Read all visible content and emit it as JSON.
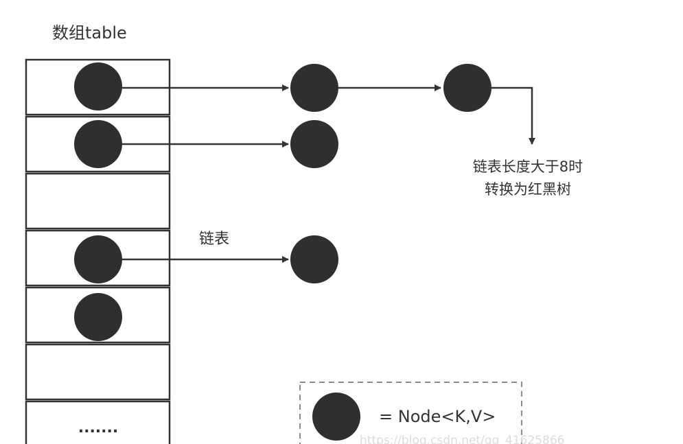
{
  "title": "数组table",
  "list_label": "链表",
  "conversion_note": [
    "链表长度大于8时",
    "转换为红黑树"
  ],
  "ellipsis": ".......",
  "legend": {
    "text": "= Node<K,V>"
  },
  "watermark": "https://blog.csdn.net/qq_41625866",
  "colors": {
    "node_fill": "#2f2f2f",
    "line": "#333333",
    "text": "#333333",
    "legend_border": "#8a8a8a"
  }
}
